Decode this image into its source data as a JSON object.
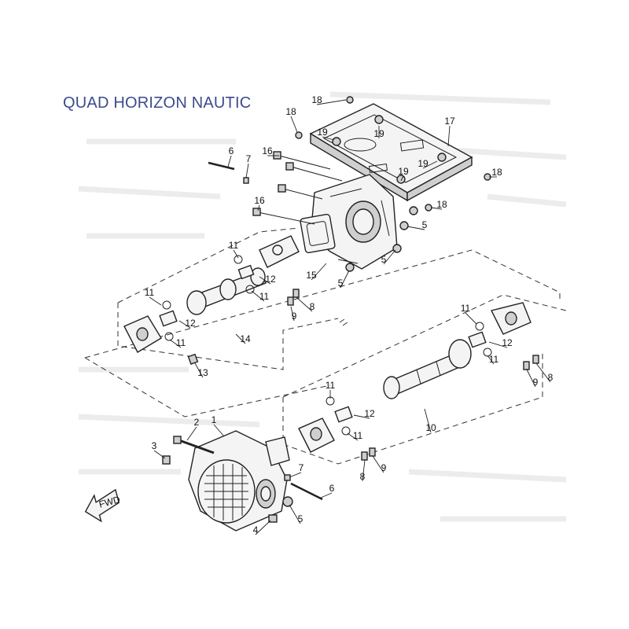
{
  "title": "QUAD HORIZON NAUTIC",
  "fwd_label": "FWD",
  "icons": [
    "fwd-arrow-icon"
  ],
  "colors": {
    "title": "#3b4c8c",
    "line": "#222222",
    "fill": "#f4f4f4"
  },
  "callouts": [
    {
      "id": "c1",
      "label": "1"
    },
    {
      "id": "c2",
      "label": "2"
    },
    {
      "id": "c3",
      "label": "3"
    },
    {
      "id": "c4",
      "label": "4"
    },
    {
      "id": "c5a",
      "label": "5"
    },
    {
      "id": "c5b",
      "label": "5"
    },
    {
      "id": "c5c",
      "label": "5"
    },
    {
      "id": "c5d",
      "label": "5"
    },
    {
      "id": "c6a",
      "label": "6"
    },
    {
      "id": "c6b",
      "label": "6"
    },
    {
      "id": "c7a",
      "label": "7"
    },
    {
      "id": "c7b",
      "label": "7"
    },
    {
      "id": "c8a",
      "label": "8"
    },
    {
      "id": "c8b",
      "label": "8"
    },
    {
      "id": "c8c",
      "label": "8"
    },
    {
      "id": "c9a",
      "label": "9"
    },
    {
      "id": "c9b",
      "label": "9"
    },
    {
      "id": "c9c",
      "label": "9"
    },
    {
      "id": "c10",
      "label": "10"
    },
    {
      "id": "c11a",
      "label": "11"
    },
    {
      "id": "c11b",
      "label": "11"
    },
    {
      "id": "c11c",
      "label": "11"
    },
    {
      "id": "c11d",
      "label": "11"
    },
    {
      "id": "c11e",
      "label": "11"
    },
    {
      "id": "c11f",
      "label": "11"
    },
    {
      "id": "c11g",
      "label": "11"
    },
    {
      "id": "c11h",
      "label": "11"
    },
    {
      "id": "c12a",
      "label": "12"
    },
    {
      "id": "c12b",
      "label": "12"
    },
    {
      "id": "c12c",
      "label": "12"
    },
    {
      "id": "c12d",
      "label": "12"
    },
    {
      "id": "c13",
      "label": "13"
    },
    {
      "id": "c14",
      "label": "14"
    },
    {
      "id": "c15",
      "label": "15"
    },
    {
      "id": "c16a",
      "label": "16"
    },
    {
      "id": "c16b",
      "label": "16"
    },
    {
      "id": "c17",
      "label": "17"
    },
    {
      "id": "c18a",
      "label": "18"
    },
    {
      "id": "c18b",
      "label": "18"
    },
    {
      "id": "c18c",
      "label": "18"
    },
    {
      "id": "c18d",
      "label": "18"
    },
    {
      "id": "c19a",
      "label": "19"
    },
    {
      "id": "c19b",
      "label": "19"
    },
    {
      "id": "c19c",
      "label": "19"
    },
    {
      "id": "c19d",
      "label": "19"
    }
  ]
}
